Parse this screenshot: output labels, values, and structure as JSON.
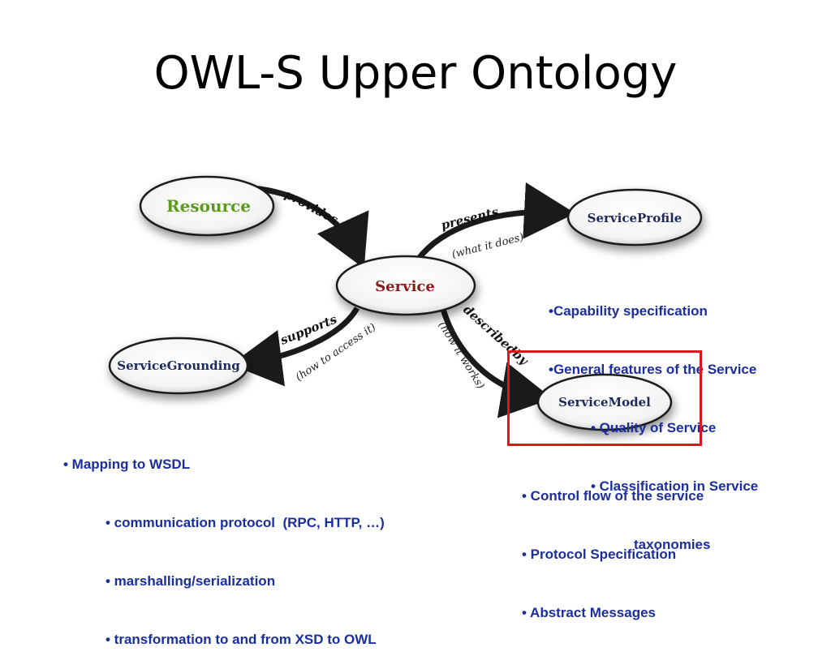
{
  "title": "OWL-S Upper Ontology",
  "nodes": {
    "resource": "Resource",
    "service": "Service",
    "service_profile": "ServiceProfile",
    "service_grounding": "ServiceGrounding",
    "service_model": "ServiceModel"
  },
  "edges": {
    "provides": "provides",
    "presents": "presents",
    "presents_sub": "(what it does)",
    "supports": "supports",
    "supports_sub": "(how to access it)",
    "described_by": "describedby",
    "described_by_sub": "(how it works)"
  },
  "profile_notes": [
    "•Capability specification",
    "•General features of the Service",
    "• Quality of Service",
    "• Classification in Service",
    "taxonomies"
  ],
  "grounding_notes": [
    "• Mapping to WSDL",
    "• communication protocol  (RPC, HTTP, …)",
    "• marshalling/serialization",
    "• transformation to and from XSD to OWL"
  ],
  "model_notes": [
    "• Control flow of the service",
    "• Protocol Specification",
    "• Abstract Messages"
  ],
  "colors": {
    "resource_text": "#5a9a1e",
    "service_text": "#8b1a1a",
    "node_text": "#1c2b5c",
    "notes_text": "#1a2e9e",
    "highlight": "#e2141c"
  }
}
